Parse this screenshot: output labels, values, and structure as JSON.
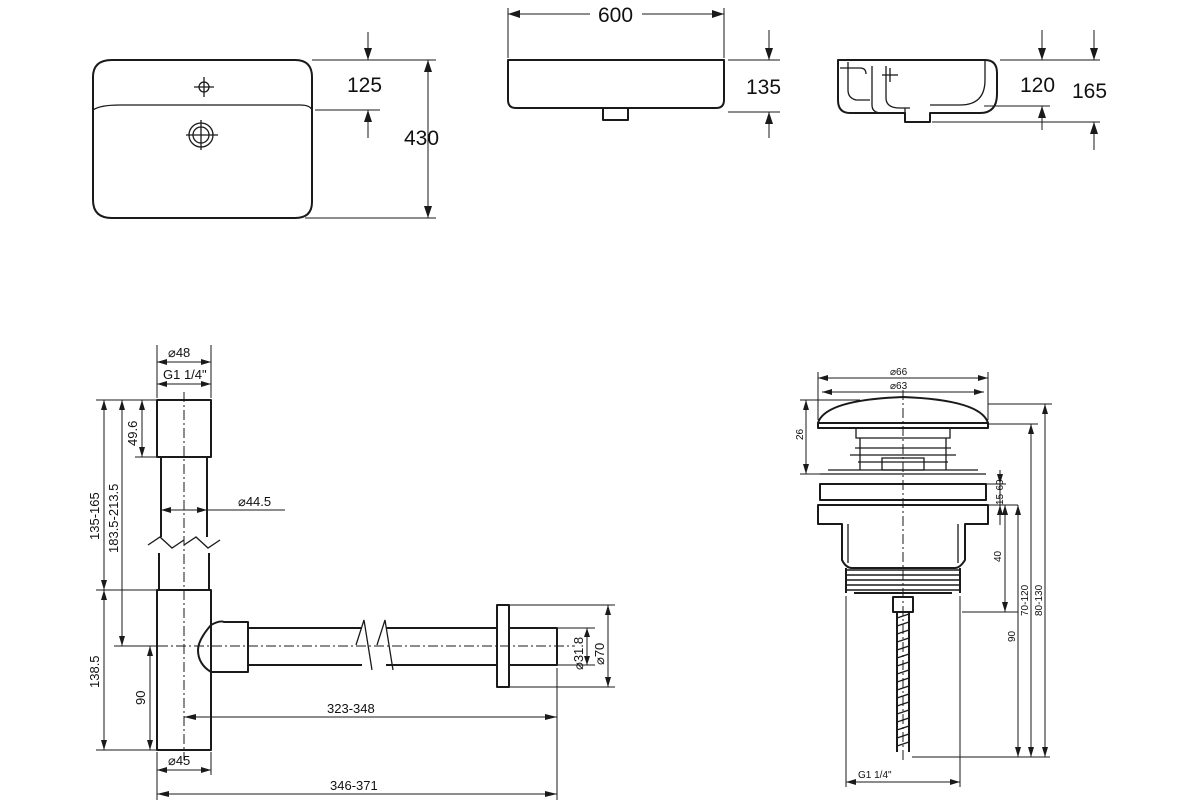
{
  "basin": {
    "top_view": {
      "dim_tap_offset": "125",
      "dim_depth": "430"
    },
    "front_view": {
      "dim_width": "600",
      "dim_height": "135"
    },
    "side_view": {
      "dim_inner": "120",
      "dim_total": "165"
    }
  },
  "siphon": {
    "dim_top_diameter": "⌀48",
    "dim_thread": "G1 1/4\"",
    "dim_cap_height": "49.6",
    "dim_pipe_diameter": "⌀44.5",
    "dim_height_range": "135-165",
    "dim_length_range": "183.5-213.5",
    "dim_outlet_height": "138.5",
    "dim_axis_height": "90",
    "dim_outlet_diameter": "⌀31.8",
    "dim_wall_flange": "⌀70",
    "dim_reach_range": "323-348",
    "dim_bottom_diameter": "⌀45",
    "dim_total_reach": "346-371"
  },
  "drain": {
    "dim_cap_outer": "⌀66",
    "dim_cap_inner": "⌀63",
    "dim_cap_height": "26",
    "dim_clamp_range": "15-60",
    "dim_body": "40",
    "dim_stem": "90",
    "dim_range_a": "70-120",
    "dim_range_b": "80-130",
    "dim_thread": "G1 1/4\""
  }
}
